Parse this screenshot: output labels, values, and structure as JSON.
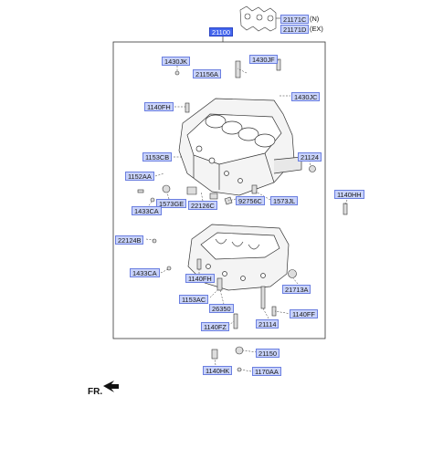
{
  "diagram": {
    "main_part": "21100",
    "gasket_parts": [
      {
        "code": "21171C",
        "suffix": "(N)"
      },
      {
        "code": "21171D",
        "suffix": "(EX)"
      }
    ],
    "labels": {
      "p1430JK": "1430JK",
      "p1430JF": "1430JF",
      "p21156A": "21156A",
      "p1430JC": "1430JC",
      "p1140FH_a": "1140FH",
      "p1153CB": "1153CB",
      "p21124": "21124",
      "p1152AA": "1152AA",
      "p1573GE": "1573GE",
      "p22126C": "22126C",
      "p92756C": "92756C",
      "p1573JL": "1573JL",
      "p1140HH": "1140HH",
      "p1433CA_a": "1433CA",
      "p22124B": "22124B",
      "p1433CA_b": "1433CA",
      "p1140FH_b": "1140FH",
      "p21713A": "21713A",
      "p1153AC": "1153AC",
      "p26350": "26350",
      "p1140FF": "1140FF",
      "p21114": "21114",
      "p1140FZ": "1140FZ",
      "p21150": "21150",
      "p1140HK": "1140HK",
      "p1170AA": "1170AA"
    },
    "direction_label": "FR."
  }
}
